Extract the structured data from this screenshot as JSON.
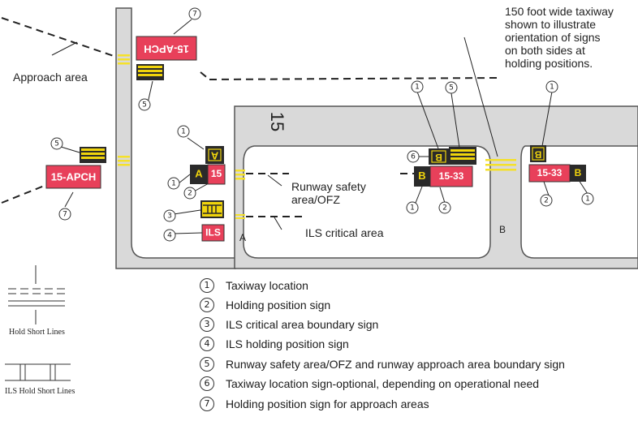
{
  "note": "150 foot wide taxiway shown to illustrate orientation of signs on both sides at holding positions.",
  "note_lines": [
    "150 foot wide taxiway",
    "shown to illustrate",
    "orientation of signs",
    "on both sides at",
    "holding positions."
  ],
  "labels": {
    "approach_area": "Approach area",
    "rsa_line1": "Runway safety",
    "rsa_line2": "area/OFZ",
    "ils_critical": "ILS critical area",
    "runway_number": "15",
    "taxiway_a": "A",
    "taxiway_b": "B"
  },
  "signs": {
    "apch_top": "15-APCH",
    "apch_left": "15-APCH",
    "loc_a": "A",
    "loc_a_inverted": "A",
    "hold_15": "15",
    "ils": "ILS",
    "loc_b_mid": "B",
    "hold_15_33_mid": "15-33",
    "loc_b_mid_optional": "B",
    "hold_15_33_right": "15-33",
    "loc_b_right": "B",
    "loc_b_right_inverted": "B"
  },
  "callouts": [
    "1",
    "2",
    "3",
    "4",
    "5",
    "6",
    "7"
  ],
  "legend": [
    {
      "num": "1",
      "text": "Taxiway location"
    },
    {
      "num": "2",
      "text": "Holding position sign"
    },
    {
      "num": "3",
      "text": "ILS critical area boundary sign"
    },
    {
      "num": "4",
      "text": "ILS holding position sign"
    },
    {
      "num": "5",
      "text": "Runway safety area/OFZ and runway approach area boundary sign"
    },
    {
      "num": "6",
      "text": "Taxiway location sign-optional, depending on operational need"
    },
    {
      "num": "7",
      "text": "Holding position sign for approach areas"
    }
  ],
  "hold_short": {
    "hold_short_lines": "Hold Short Lines",
    "ils_hold_short_lines": "ILS Hold Short Lines"
  },
  "colors": {
    "pavement": "#d9d9d9",
    "outline": "#555555",
    "sign_red": "#e8405a",
    "sign_black": "#2a2a2a",
    "sign_yellow": "#f0d40c",
    "marking_yellow": "#f5e12a"
  }
}
